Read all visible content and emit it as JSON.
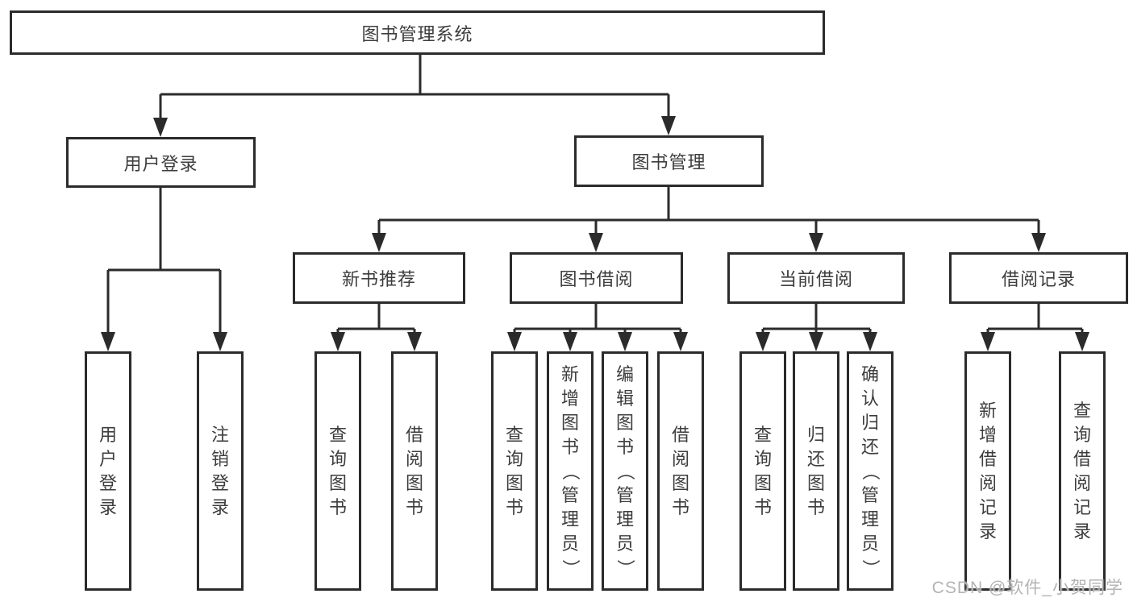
{
  "diagram": {
    "root": {
      "label": "图书管理系统"
    },
    "level2": [
      {
        "label": "用户登录"
      },
      {
        "label": "图书管理"
      }
    ],
    "level3": [
      {
        "label": "新书推荐"
      },
      {
        "label": "图书借阅"
      },
      {
        "label": "当前借阅"
      },
      {
        "label": "借阅记录"
      }
    ],
    "leaves": {
      "user": [
        "用户登录",
        "注销登录"
      ],
      "recommend": [
        "查询图书",
        "借阅图书"
      ],
      "borrow": [
        "查询图书",
        "新增图书（管理员）",
        "编辑图书（管理员）",
        "借阅图书"
      ],
      "current": [
        "查询图书",
        "归还图书",
        "确认归还（管理员）"
      ],
      "records": [
        "新增借阅记录",
        "查询借阅记录"
      ]
    }
  },
  "watermark": {
    "text": "CSDN @软件_小贺同学"
  },
  "colors": {
    "line": "#2b2b2b",
    "text": "#3d3d3d",
    "watermark": "#b3b3b3",
    "background": "#ffffff"
  }
}
